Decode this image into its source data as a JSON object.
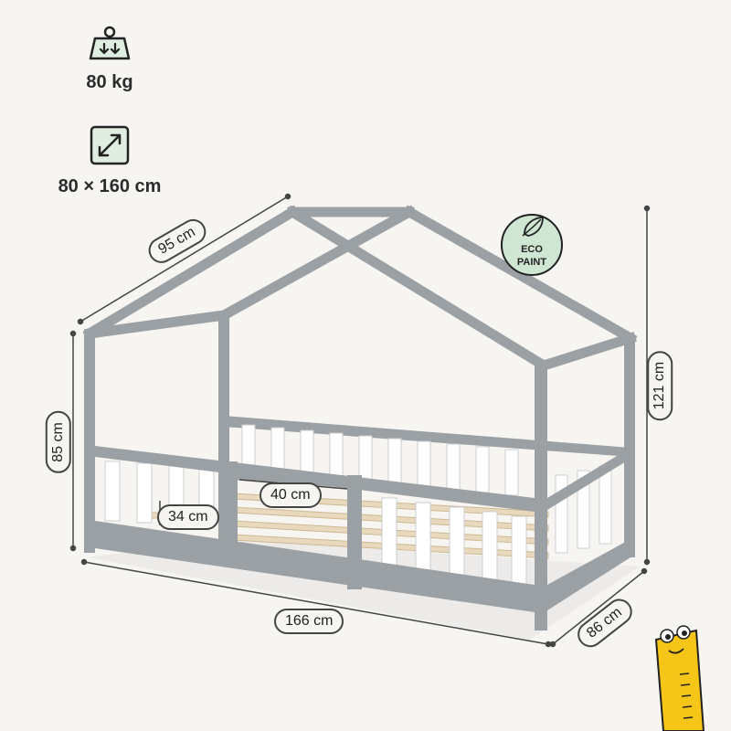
{
  "specs": {
    "weight": {
      "icon": "weight-icon",
      "label": "80 kg"
    },
    "size": {
      "icon": "resize-icon",
      "label": "80 × 160 cm"
    }
  },
  "badge": {
    "line1": "ECO",
    "line2": "PAINT",
    "icon": "leaf-icon"
  },
  "dimensions": {
    "depth_top": "95 cm",
    "height_side": "85 cm",
    "height_total": "121 cm",
    "length": "166 cm",
    "width": "86 cm",
    "gap_opening": "40 cm",
    "rail_height": "34 cm"
  },
  "colors": {
    "frame": "#9aa0a3",
    "slats": "#ffffff",
    "wood": "#e8d9bc",
    "badge": "#cfe6d2"
  }
}
